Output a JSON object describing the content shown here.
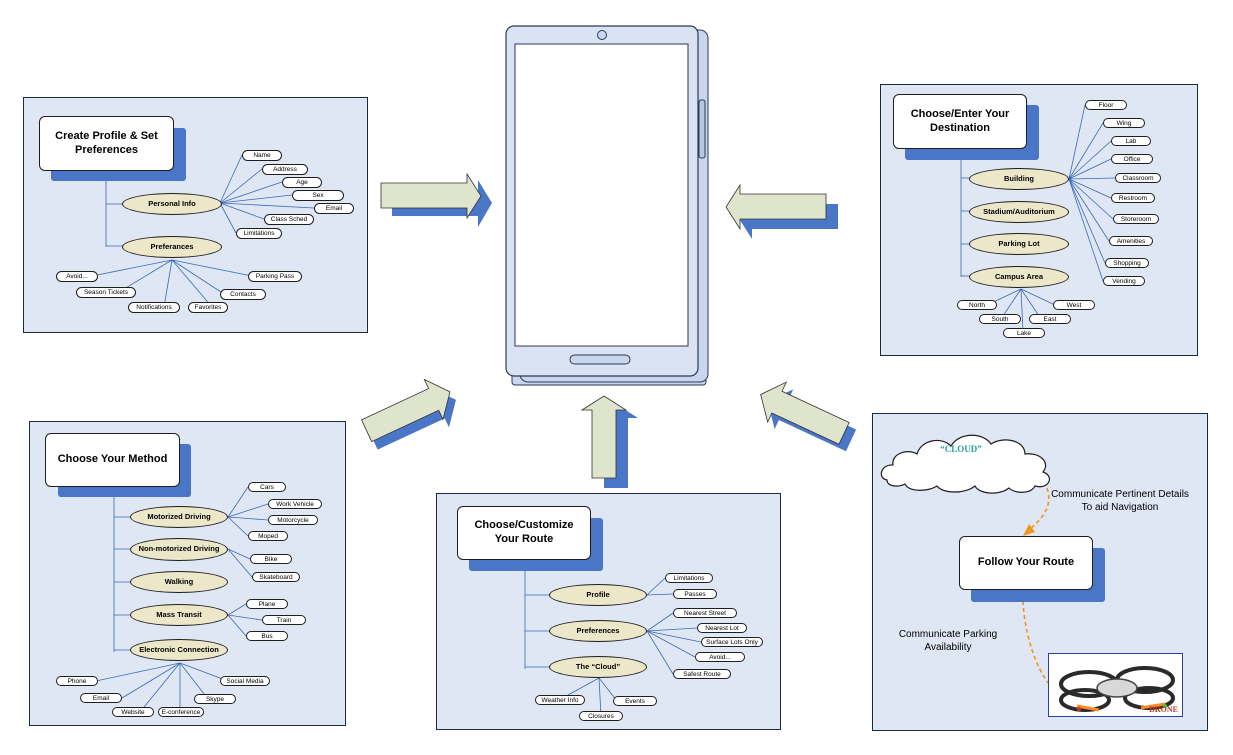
{
  "panel_profile": {
    "title": "Create Profile & Set Preferences",
    "personal_info": "Personal Info",
    "preferences": "Preferances",
    "personal_items": [
      "Name",
      "Address",
      "Age",
      "Sex",
      "Email",
      "Class Sched",
      "Limitations"
    ],
    "preference_items": [
      "Avoid...",
      "Season Tickets",
      "Notifications",
      "Favorites",
      "Contacts",
      "Parking Pass"
    ]
  },
  "panel_destination": {
    "title": "Choose/Enter Your Destination",
    "categories": [
      "Building",
      "Stadium/Auditorium",
      "Parking Lot",
      "Campus Area"
    ],
    "building_items": [
      "Floor",
      "Wing",
      "Lab",
      "Office",
      "Classroom",
      "Restroom",
      "Storeroom",
      "Amenities",
      "Shopping",
      "Vending"
    ],
    "area_items": [
      "North",
      "South",
      "Lake",
      "East",
      "West"
    ]
  },
  "panel_method": {
    "title": "Choose Your Method",
    "categories": [
      "Motorized Driving",
      "Non-motorized Driving",
      "Walking",
      "Mass Transit",
      "Electronic Connection"
    ],
    "motorized_items": [
      "Cars",
      "Work Vehicle",
      "Motorcycle",
      "Moped"
    ],
    "nonmotorized_items": [
      "Bike",
      "Skateboard"
    ],
    "transit_items": [
      "Plane",
      "Train",
      "Bus"
    ],
    "electronic_items": [
      "Phone",
      "Email",
      "Website",
      "E-conference",
      "Skype",
      "Social Media"
    ]
  },
  "panel_route": {
    "title": "Choose/Customize Your Route",
    "categories": [
      "Profile",
      "Preferences",
      "The “Cloud”"
    ],
    "profile_items": [
      "Limitations",
      "Passes"
    ],
    "preference_items": [
      "Nearest Street",
      "Nearest Lot",
      "Surface Lots Only",
      "Avoid...",
      "Safest Route"
    ],
    "cloud_items": [
      "Weather Info",
      "Closures",
      "Events"
    ]
  },
  "panel_follow": {
    "cloud_label": "“CLOUD”",
    "cloud_note": "Communicate Pertinent Details To aid Navigation",
    "title": "Follow Your Route",
    "parking_note": "Communicate Parking Availability",
    "drone_label": "DRONE"
  },
  "colors": {
    "panel_bg": "#dfe6f4",
    "shadow_blue": "#4a76c7",
    "ellipse_fill": "#ece7c9",
    "arrow_fill": "#dfe4cc",
    "dashed_orange": "#f0961e"
  }
}
